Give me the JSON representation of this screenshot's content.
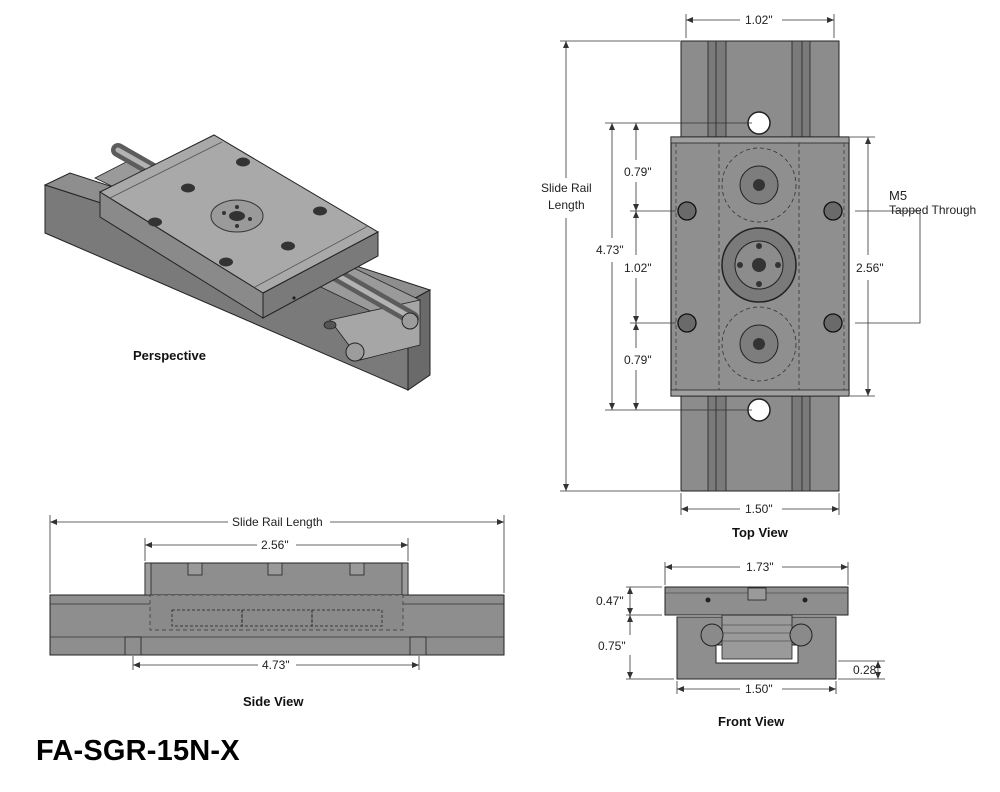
{
  "part_number": "FA-SGR-15N-X",
  "views": {
    "perspective": "Perspective",
    "top": "Top View",
    "side": "Side View",
    "front": "Front View"
  },
  "top_view": {
    "rail_width": "1.02\"",
    "slide_rail_length_line1": "Slide Rail",
    "slide_rail_length_line2": "Length",
    "carriage_length": "4.73\"",
    "hole_spacing_top": "0.79\"",
    "hole_spacing_mid": "1.02\"",
    "hole_spacing_bottom": "0.79\"",
    "carriage_width": "2.56\"",
    "base_width": "1.50\"",
    "thread_size": "M5",
    "thread_note": "Tapped Through"
  },
  "side_view": {
    "slide_rail_length": "Slide Rail Length",
    "carriage_width": "2.56\"",
    "carriage_length": "4.73\""
  },
  "front_view": {
    "carriage_width": "1.73\"",
    "carriage_height": "0.47\"",
    "overall_height": "0.75\"",
    "base_height": "0.28\"",
    "base_width": "1.50\""
  }
}
